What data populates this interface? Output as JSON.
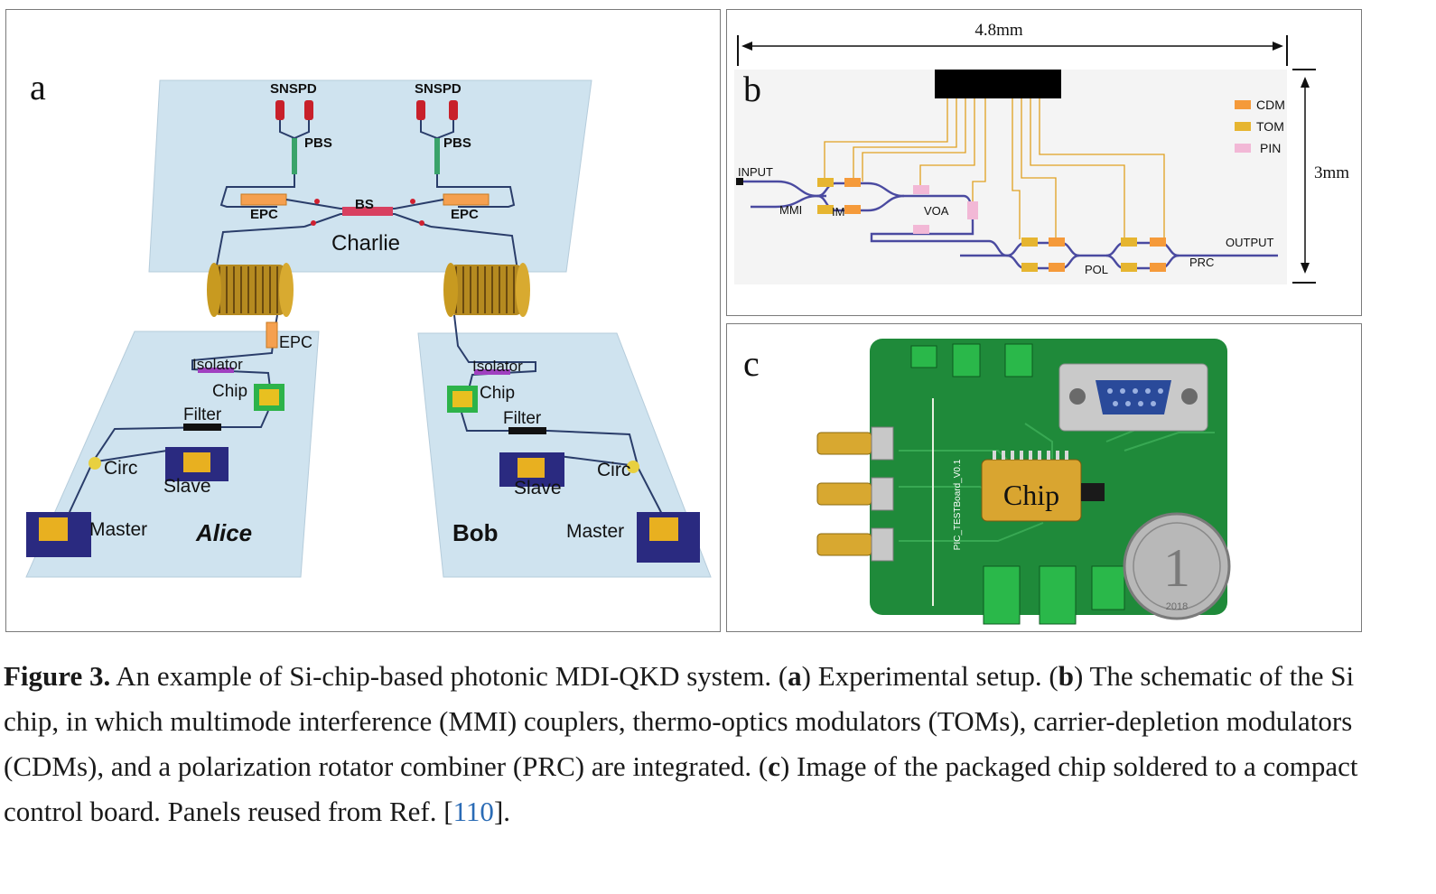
{
  "panel_a": {
    "letter": "a",
    "labels": {
      "snspd_left": "SNSPD",
      "snspd_right": "SNSPD",
      "pbs_left": "PBS",
      "pbs_right": "PBS",
      "epc_left": "EPC",
      "epc_right": "EPC",
      "bs": "BS",
      "charlie": "Charlie",
      "epc_alice": "EPC",
      "isolator_alice": "Isolator",
      "chip_alice": "Chip",
      "filter_alice": "Filter",
      "circ_alice": "Circ",
      "slave_alice": "Slave",
      "master_alice": "Master",
      "alice": "Alice",
      "isolator_bob": "Isolator",
      "chip_bob": "Chip",
      "filter_bob": "Filter",
      "circ_bob": "Circ",
      "slave_bob": "Slave",
      "master_bob": "Master",
      "bob": "Bob"
    }
  },
  "panel_b": {
    "letter": "b",
    "width_label": "4.8mm",
    "height_label": "3mm",
    "labels": {
      "input": "INPUT",
      "mmi": "MMI",
      "im": "IM",
      "voa": "VOA",
      "output": "OUTPUT",
      "pol": "POL",
      "prc": "PRC"
    },
    "legend": [
      {
        "label": "CDM",
        "color": "#f59a3a"
      },
      {
        "label": "TOM",
        "color": "#e6b530"
      },
      {
        "label": "PIN",
        "color": "#f2b8d6"
      }
    ]
  },
  "panel_c": {
    "letter": "c",
    "chip_label": "Chip",
    "board_label": "PIC_TESTBoard_V0.1",
    "coin_text": "1",
    "coin_year": "2018"
  },
  "caption": {
    "figure_label": "Figure 3.",
    "part1": " An example of Si-chip-based photonic MDI-QKD system. (",
    "a": "a",
    "part2": ") Experimental setup. (",
    "b": "b",
    "part3": ") The schematic of the Si chip, in which multimode interference (MMI) couplers, thermo-optics modulators (TOMs), carrier-depletion modulators (CDMs), and a polarization rotator combiner (PRC) are integrated. (",
    "c": "c",
    "part4": ") Image of the packaged chip soldered to a compact control board. Panels reused from Ref. [",
    "ref": "110",
    "part5": "]."
  },
  "colors": {
    "table_blue": "#cfe3ef",
    "waveguide": "#4a4aa0",
    "wire": "#e0a020",
    "pcb_green": "#1f8a3a",
    "link_blue": "#2a6bb5"
  }
}
